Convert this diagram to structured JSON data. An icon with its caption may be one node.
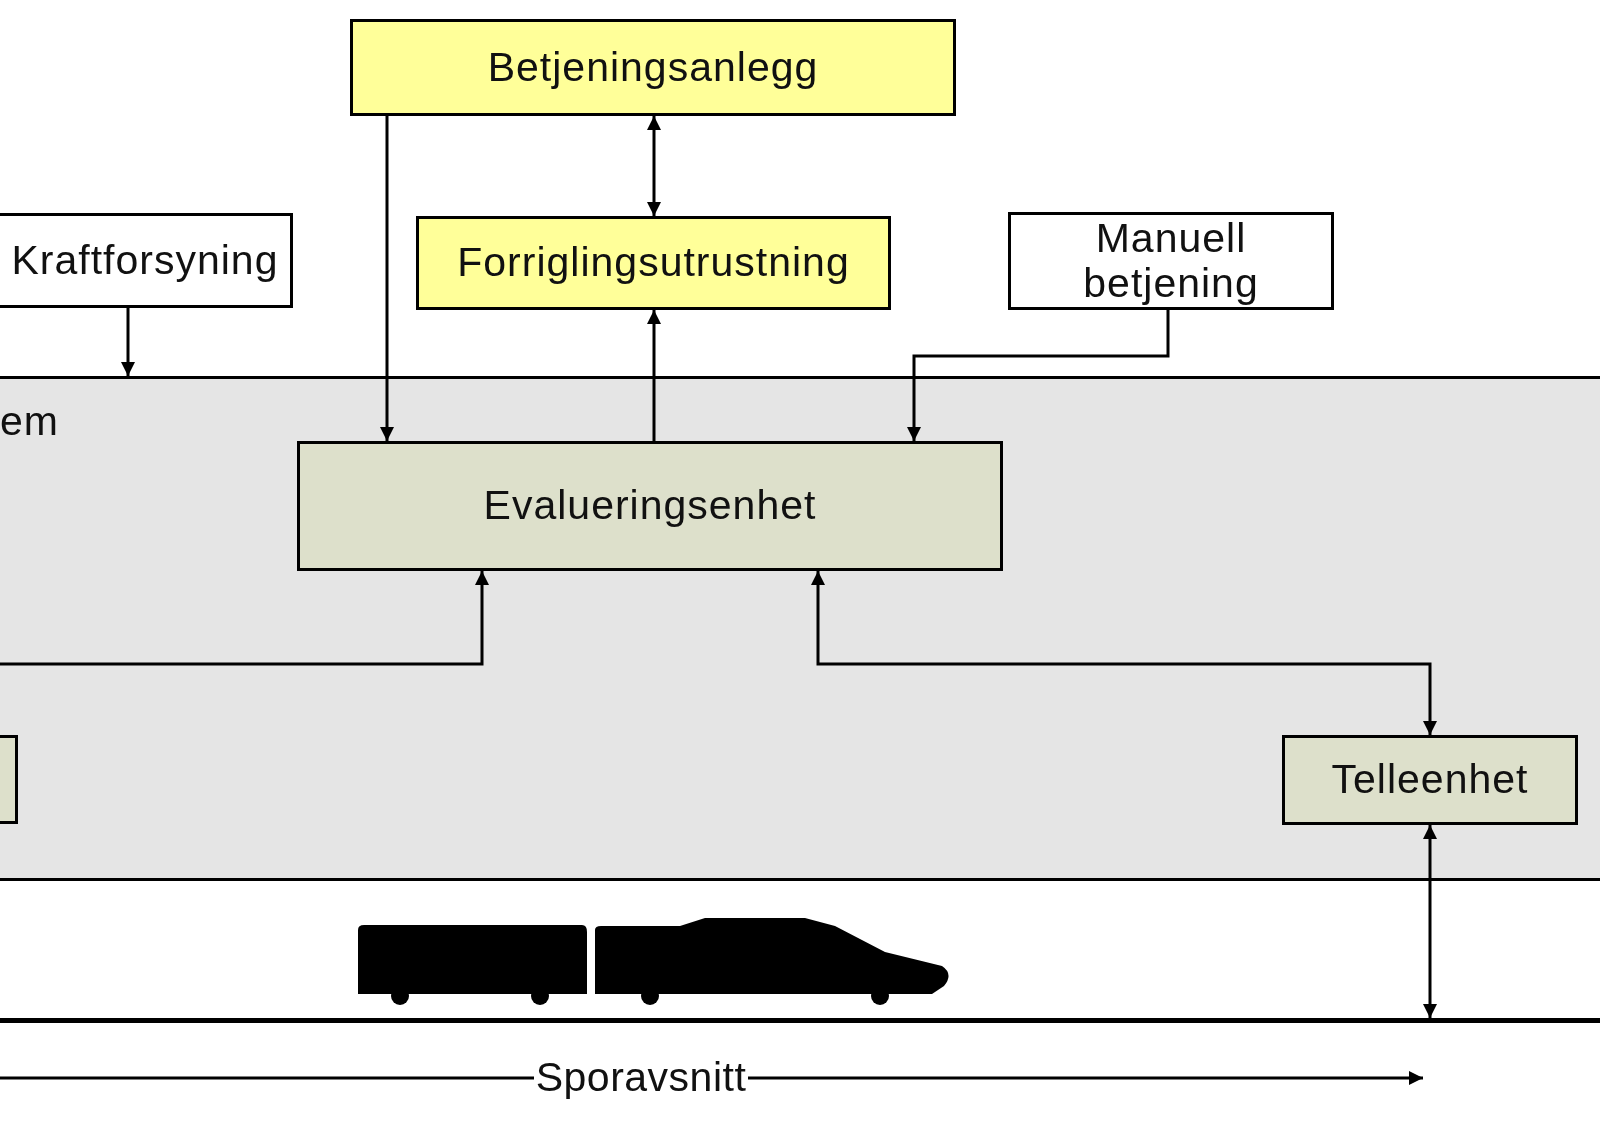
{
  "diagram": {
    "nodes": [
      {
        "text": [
          "Betjeningsanlegg"
        ]
      },
      {
        "text": [
          "Kraftforsyning"
        ]
      },
      {
        "text": [
          "Forriglingsutrustning"
        ]
      },
      {
        "text": [
          "Manuell betjening"
        ]
      },
      {
        "text": [
          "em"
        ]
      },
      {
        "text": [
          "Evalueringsenhet"
        ],
        "in": 4
      },
      {
        "text": [],
        "shape": "box",
        "in": 4
      },
      {
        "text": [
          "Telleenhet"
        ],
        "in": 4
      },
      {
        "text": [],
        "shape": "bar"
      }
    ],
    "edges": [
      {
        "from": 0,
        "to": 2,
        "arrow": "both"
      },
      {
        "from": 0,
        "to": 5,
        "arrow": "to"
      },
      {
        "from": 1,
        "to": 4,
        "arrow": "to"
      },
      {
        "from": 5,
        "to": 2,
        "arrow": "to"
      },
      {
        "from": 3,
        "to": 5,
        "arrow": "to"
      },
      {
        "from": null,
        "to": 5,
        "arrow": "to"
      },
      {
        "from": 5,
        "to": 7,
        "arrow": "both"
      },
      {
        "from": 7,
        "to": 8,
        "arrow": "both"
      }
    ],
    "labels": [
      "Sporavsnitt"
    ]
  }
}
